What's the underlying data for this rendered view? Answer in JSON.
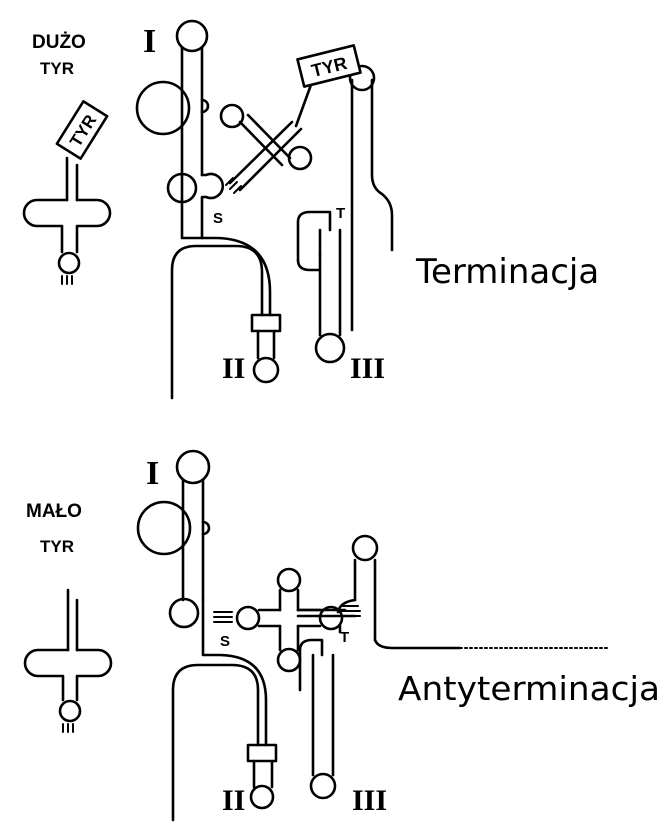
{
  "top": {
    "condition_line1": "DUŻO",
    "condition_line2": "TYR",
    "trna_tag": "TYR",
    "bound_tag": "TYR",
    "numeral_1": "I",
    "numeral_2": "II",
    "numeral_3": "III",
    "site_s": "S",
    "site_t": "T",
    "outcome": "Terminacja"
  },
  "bottom": {
    "condition_line1": "MAŁO",
    "condition_line2": "TYR",
    "numeral_1": "I",
    "numeral_2": "II",
    "numeral_3": "III",
    "site_s": "S",
    "site_t": "T",
    "outcome": "Antyterminacja"
  },
  "colors": {
    "ink": "#000000",
    "paper": "#ffffff"
  }
}
